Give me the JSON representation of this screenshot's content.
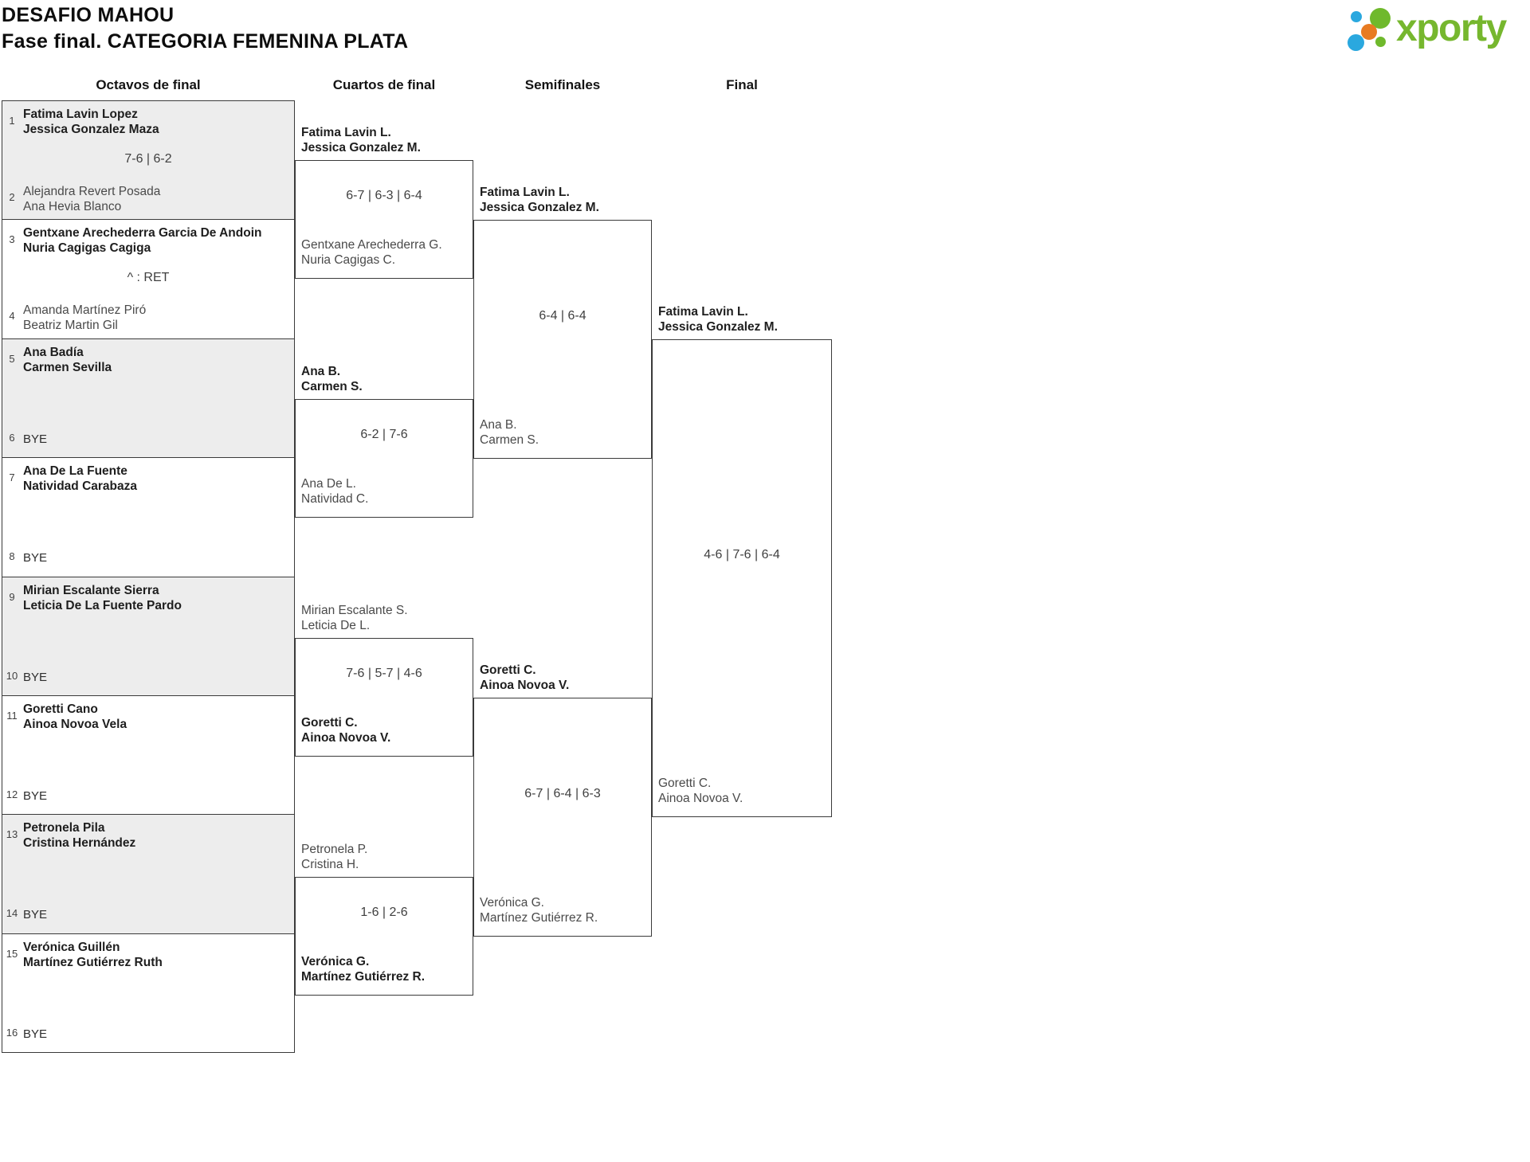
{
  "header": {
    "title_line1": "DESAFIO MAHOU",
    "title_line2": "Fase final. CATEGORIA FEMENINA PLATA",
    "logo_text": "xporty"
  },
  "brand": {
    "green": "#76b72e",
    "blue": "#2aa8df",
    "orange": "#e87b21"
  },
  "rounds": [
    "Octavos de final",
    "Cuartos de final",
    "Semifinales",
    "Final"
  ],
  "octavos": [
    {
      "seed_top": "1",
      "top": [
        "Fatima Lavin Lopez",
        "Jessica Gonzalez Maza"
      ],
      "top_winner": true,
      "score": "7-6 | 6-2",
      "seed_bottom": "2",
      "bottom": [
        "Alejandra Revert Posada",
        "Ana Hevia Blanco"
      ],
      "bottom_winner": false
    },
    {
      "seed_top": "3",
      "top": [
        "Gentxane Arechederra Garcia De Andoin",
        "Nuria Cagigas Cagiga"
      ],
      "top_winner": true,
      "score": "^ : RET",
      "seed_bottom": "4",
      "bottom": [
        "Amanda Martínez Piró",
        "Beatriz Martin Gil"
      ],
      "bottom_winner": false
    },
    {
      "seed_top": "5",
      "top": [
        "Ana Badía",
        "Carmen Sevilla"
      ],
      "top_winner": true,
      "score": "",
      "seed_bottom": "6",
      "bye": "BYE"
    },
    {
      "seed_top": "7",
      "top": [
        "Ana De La Fuente",
        "Natividad Carabaza"
      ],
      "top_winner": true,
      "score": "",
      "seed_bottom": "8",
      "bye": "BYE"
    },
    {
      "seed_top": "9",
      "top": [
        "Mirian Escalante Sierra",
        "Leticia De La Fuente Pardo"
      ],
      "top_winner": true,
      "score": "",
      "seed_bottom": "10",
      "bye": "BYE"
    },
    {
      "seed_top": "11",
      "top": [
        "Goretti Cano",
        "Ainoa Novoa Vela"
      ],
      "top_winner": true,
      "score": "",
      "seed_bottom": "12",
      "bye": "BYE"
    },
    {
      "seed_top": "13",
      "top": [
        "Petronela Pila",
        "Cristina Hernández"
      ],
      "top_winner": true,
      "score": "",
      "seed_bottom": "14",
      "bye": "BYE"
    },
    {
      "seed_top": "15",
      "top": [
        "Verónica Guillén",
        "Martínez Gutiérrez Ruth"
      ],
      "top_winner": true,
      "score": "",
      "seed_bottom": "16",
      "bye": "BYE"
    }
  ],
  "cuartos": [
    {
      "top": [
        "Fatima Lavin L.",
        "Jessica Gonzalez M."
      ],
      "top_winner": true,
      "score": "6-7 | 6-3 | 6-4",
      "bottom": [
        "Gentxane Arechederra G.",
        "Nuria Cagigas C."
      ],
      "bottom_winner": false
    },
    {
      "top": [
        "Ana B.",
        "Carmen S."
      ],
      "top_winner": true,
      "score": "6-2 | 7-6",
      "bottom": [
        "Ana De L.",
        "Natividad C."
      ],
      "bottom_winner": false
    },
    {
      "top": [
        "Mirian Escalante S.",
        "Leticia De L."
      ],
      "top_winner": false,
      "score": "7-6 | 5-7 | 4-6",
      "bottom": [
        "Goretti C.",
        "Ainoa Novoa V."
      ],
      "bottom_winner": true
    },
    {
      "top": [
        "Petronela P.",
        "Cristina H."
      ],
      "top_winner": false,
      "score": "1-6 | 2-6",
      "bottom": [
        "Verónica G.",
        "Martínez Gutiérrez R."
      ],
      "bottom_winner": true
    }
  ],
  "semifinales": [
    {
      "top": [
        "Fatima Lavin L.",
        "Jessica Gonzalez M."
      ],
      "top_winner": true,
      "score": "6-4 | 6-4",
      "bottom": [
        "Ana B.",
        "Carmen S."
      ],
      "bottom_winner": false
    },
    {
      "top": [
        "Goretti C.",
        "Ainoa Novoa V."
      ],
      "top_winner": true,
      "score": "6-7 | 6-4 | 6-3",
      "bottom": [
        "Verónica G.",
        "Martínez Gutiérrez R."
      ],
      "bottom_winner": false
    }
  ],
  "final": [
    {
      "top": [
        "Fatima Lavin L.",
        "Jessica Gonzalez M."
      ],
      "top_winner": true,
      "score": "4-6 | 7-6 | 6-4",
      "bottom": [
        "Goretti C.",
        "Ainoa Novoa V."
      ],
      "bottom_winner": false
    }
  ]
}
